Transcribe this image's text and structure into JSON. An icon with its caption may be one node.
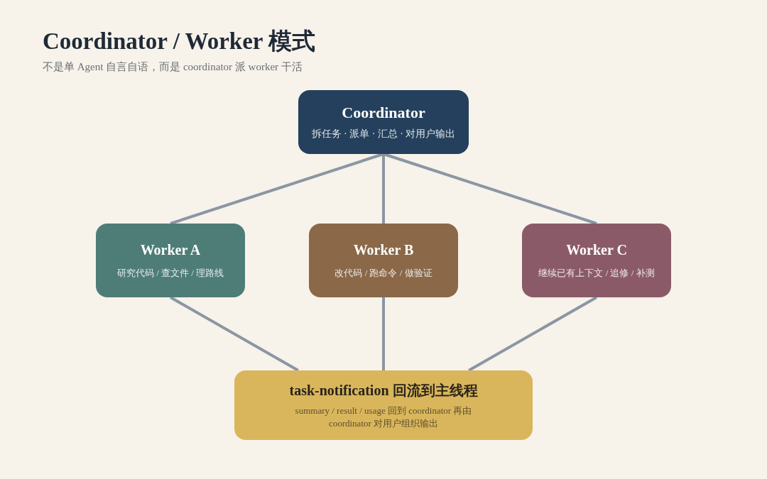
{
  "diagram": {
    "title": "Coordinator / Worker 模式",
    "caption": "不是单 Agent 自言自语，而是 coordinator 派 worker 干活",
    "nodes": [
      {
        "text": [
          "Coordinator",
          "拆任务 · 派单 · 汇总 · 对用户输出"
        ]
      },
      {
        "text": [
          "Worker A",
          "研究代码 / 查文件 / 理路线"
        ]
      },
      {
        "text": [
          "Worker B",
          "改代码 / 跑命令 / 做验证"
        ]
      },
      {
        "text": [
          "Worker C",
          "继续已有上下文 / 追修 / 补测"
        ]
      },
      {
        "text": [
          "task-notification 回流到主线程",
          "summary / result / usage 回到 coordinator 再由 coordinator 对用户组织输出"
        ]
      }
    ],
    "edges": [
      {
        "from": 0,
        "to": 1,
        "arrow": "none"
      },
      {
        "from": 0,
        "to": 2,
        "arrow": "none"
      },
      {
        "from": 0,
        "to": 3,
        "arrow": "none"
      },
      {
        "from": 1,
        "to": 4,
        "arrow": "none"
      },
      {
        "from": 2,
        "to": 4,
        "arrow": "none"
      },
      {
        "from": 3,
        "to": 4,
        "arrow": "none"
      }
    ]
  }
}
